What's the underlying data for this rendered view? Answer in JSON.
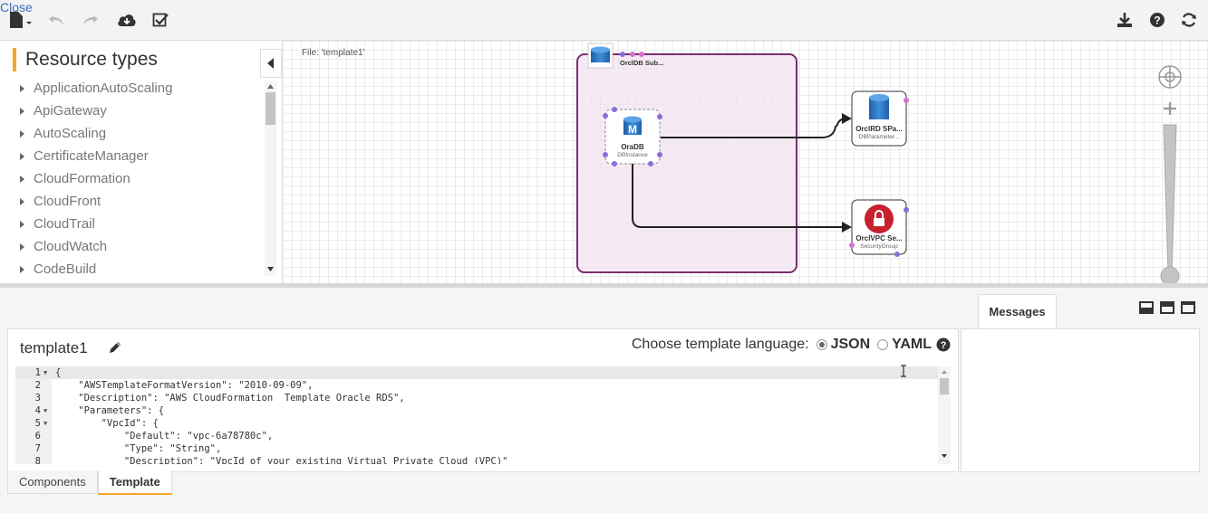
{
  "toolbar": {
    "close_label": "Close",
    "icons": [
      "file-menu-icon",
      "undo-icon",
      "redo-icon",
      "cloud-save-icon",
      "validate-icon",
      "download-icon",
      "help-icon",
      "refresh-icon"
    ]
  },
  "sidebar": {
    "title": "Resource types",
    "items": [
      {
        "label": "ApplicationAutoScaling"
      },
      {
        "label": "ApiGateway"
      },
      {
        "label": "AutoScaling"
      },
      {
        "label": "CertificateManager"
      },
      {
        "label": "CloudFormation"
      },
      {
        "label": "CloudFront"
      },
      {
        "label": "CloudTrail"
      },
      {
        "label": "CloudWatch"
      },
      {
        "label": "CodeBuild"
      }
    ]
  },
  "canvas": {
    "file_label": "File: 'template1'",
    "nodes": {
      "subnet": {
        "name": "OrclDB Sub..."
      },
      "oradb": {
        "name": "OraDB",
        "type": "DBInstance"
      },
      "param": {
        "name": "OrclRD SPa...",
        "type": "DBParameter..."
      },
      "sg": {
        "name": "OrclVPC Se...",
        "type": "SecurityGroup"
      }
    }
  },
  "messages": {
    "tab_label": "Messages"
  },
  "editor": {
    "template_name": "template1",
    "language_prompt": "Choose template language:",
    "json_label": "JSON",
    "yaml_label": "YAML",
    "selected_language": "JSON",
    "lines": [
      {
        "num": "1",
        "fold": true,
        "text": "{"
      },
      {
        "num": "2",
        "fold": false,
        "text": "    \"AWSTemplateFormatVersion\": \"2010-09-09\","
      },
      {
        "num": "3",
        "fold": false,
        "text": "    \"Description\": \"AWS CloudFormation  Template Oracle RDS\","
      },
      {
        "num": "4",
        "fold": true,
        "text": "    \"Parameters\": {"
      },
      {
        "num": "5",
        "fold": true,
        "text": "        \"VpcId\": {"
      },
      {
        "num": "6",
        "fold": false,
        "text": "            \"Default\": \"vpc-6a78780c\","
      },
      {
        "num": "7",
        "fold": false,
        "text": "            \"Type\": \"String\","
      },
      {
        "num": "8",
        "fold": false,
        "text": "            \"Description\": \"VpcId of your existing Virtual Private Cloud (VPC)\""
      }
    ]
  },
  "bottom_tabs": [
    {
      "label": "Components",
      "active": false
    },
    {
      "label": "Template",
      "active": true
    }
  ]
}
